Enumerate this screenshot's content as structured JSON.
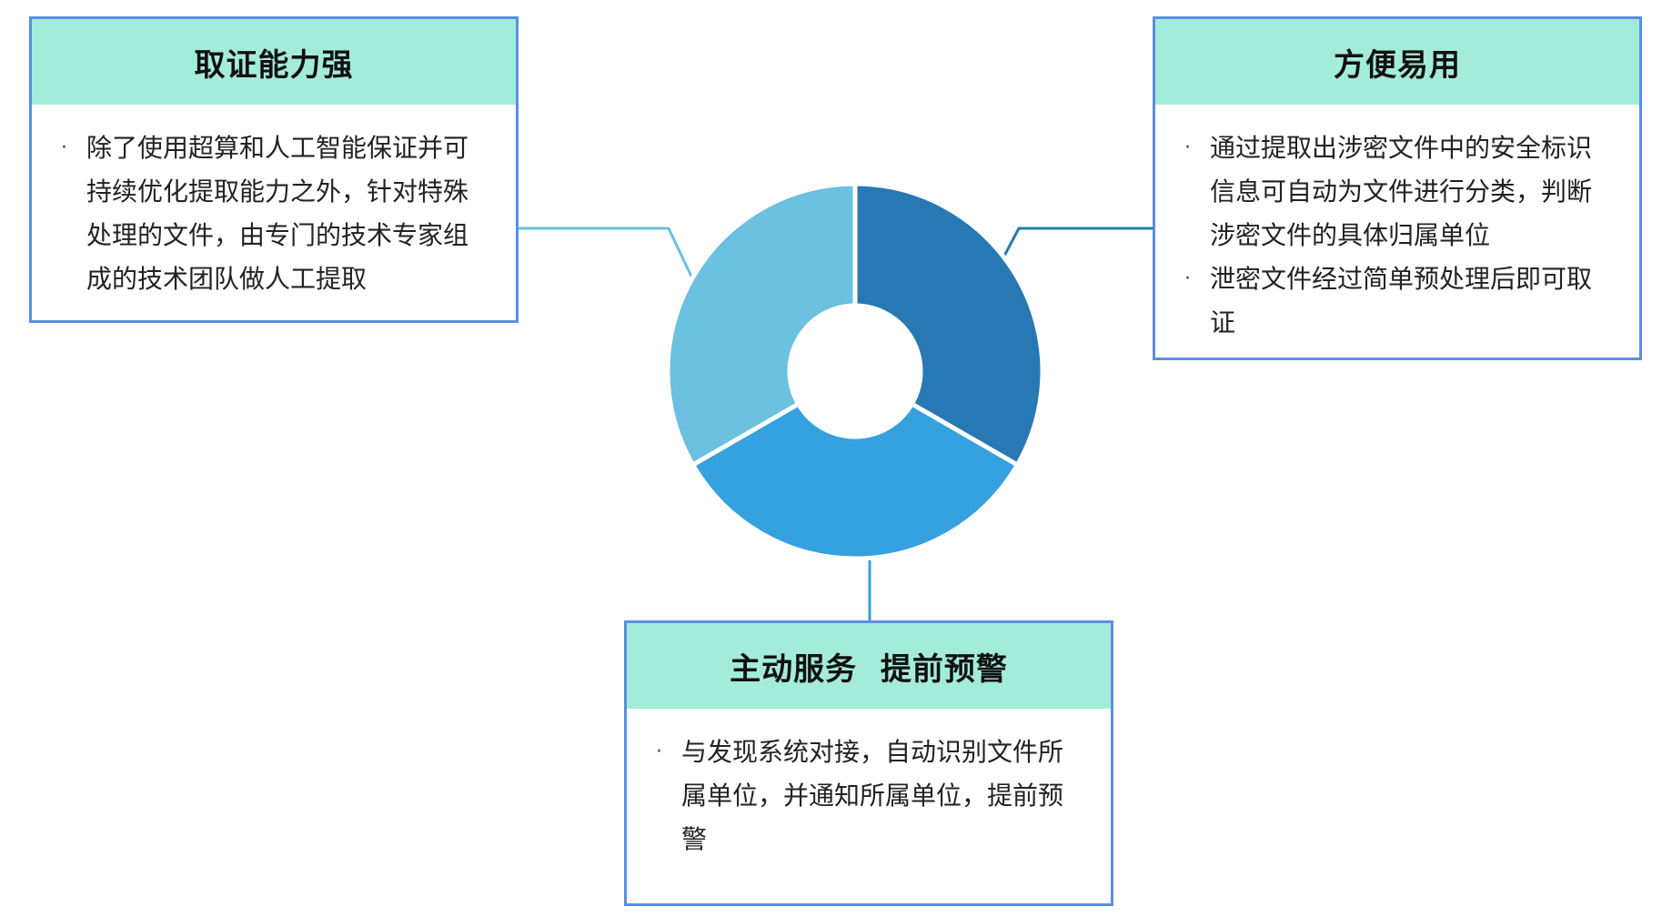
{
  "diagram": {
    "segment_colors": [
      "#2878b3",
      "#35a1de",
      "#6cc0e0"
    ],
    "header_color": "#a3ecd9",
    "border_color": "#5b8ee6",
    "cards": [
      {
        "title": "取证能力强",
        "bullets": [
          "除了使用超算和人工智能保证并可持续优化提取能力之外，针对特殊处理的文件，由专门的技术专家组成的技术团队做人工提取"
        ]
      },
      {
        "title": "方便易用",
        "bullets": [
          "通过提取出涉密文件中的安全标识信息可自动为文件进行分类，判断涉密文件的具体归属单位",
          "泄密文件经过简单预处理后即可取证"
        ]
      },
      {
        "title": "主动服务  提前预警",
        "bullets": [
          "与发现系统对接，自动识别文件所属单位，并通知所属单位，提前预警"
        ]
      }
    ]
  }
}
